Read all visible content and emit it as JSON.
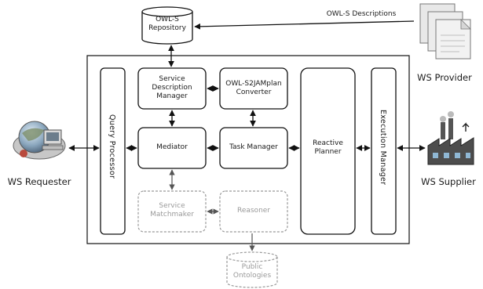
{
  "diagram": {
    "owl_repository": "OWL-S\nRepository",
    "owl_descriptions": "OWL-S Descriptions",
    "ws_provider": "WS Provider",
    "ws_requester": "WS Requester",
    "ws_supplier": "WS Supplier",
    "query_processor": "Query Processor",
    "service_description_manager": "Service\nDescription\nManager",
    "converter": "OWL-S2JAMplan\nConverter",
    "mediator": "Mediator",
    "task_manager": "Task Manager",
    "reactive_planner": "Reactive\nPlanner",
    "execution_manager": "Execution Manager",
    "service_matchmaker": "Service\nMatchmaker",
    "reasoner": "Reasoner",
    "public_ontologies": "Public\nOntologies"
  }
}
